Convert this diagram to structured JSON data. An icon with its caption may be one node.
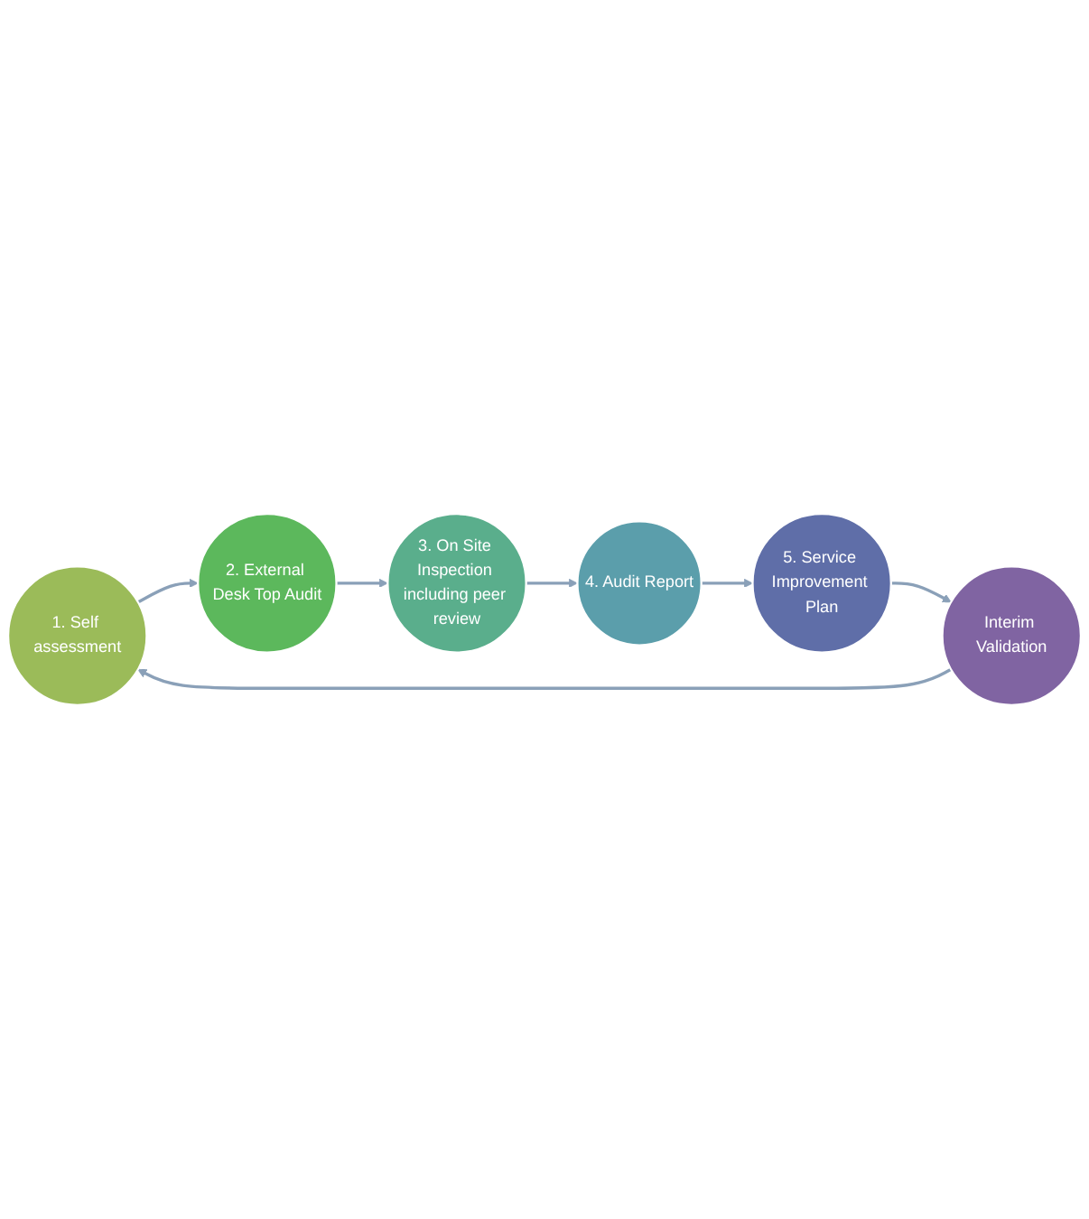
{
  "diagram": {
    "nodes": [
      {
        "text": [
          "1. Self assessment"
        ]
      },
      {
        "text": [
          "2. External Desk Top Audit"
        ]
      },
      {
        "text": [
          "3. On Site Inspection including peer review"
        ]
      },
      {
        "text": [
          "4. Audit Report"
        ]
      },
      {
        "text": [
          "5. Service Improvement Plan"
        ]
      },
      {
        "text": [
          "Interim Validation"
        ]
      }
    ],
    "edges": [
      {
        "from": 0,
        "to": 1,
        "arrow": "to"
      },
      {
        "from": 1,
        "to": 2,
        "arrow": "to"
      },
      {
        "from": 2,
        "to": 3,
        "arrow": "to"
      },
      {
        "from": 3,
        "to": 4,
        "arrow": "to"
      },
      {
        "from": 4,
        "to": 5,
        "arrow": "to"
      },
      {
        "from": 5,
        "to": 0,
        "arrow": "to"
      }
    ]
  }
}
